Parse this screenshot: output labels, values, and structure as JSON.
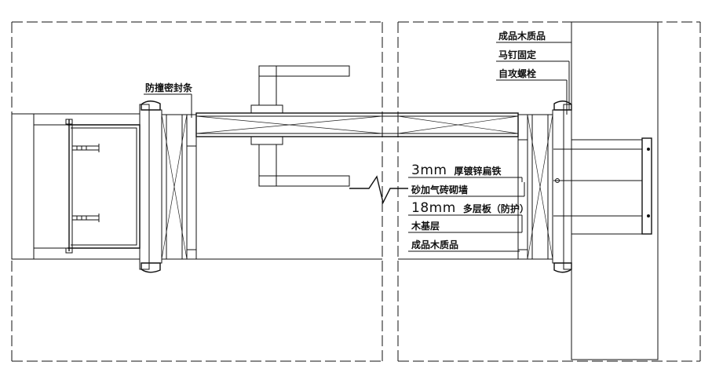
{
  "labels": {
    "finished_wood_top": "成品木质品",
    "nail_fix": "马钉固定",
    "self_tap_bolt": "自攻螺栓",
    "anti_collision_strip": "防撞密封条",
    "galv_iron_prefix": "3mm",
    "galv_iron_suffix": "厚镀锌扁铁",
    "aerated_block_wall": "砂加气砖砌墙",
    "plywood_prefix": "18mm",
    "plywood_suffix": "多层板（防护）",
    "wood_base_layer": "木基层",
    "finished_wood_bottom": "成品木质品"
  },
  "colors": {
    "line": "#111111",
    "hatch": "#333333",
    "background": "#ffffff"
  }
}
